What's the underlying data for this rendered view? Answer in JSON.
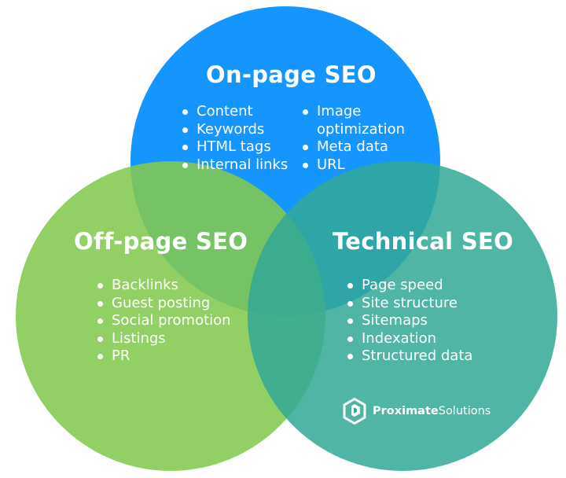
{
  "colors": {
    "onpage": "#008cff",
    "offpage": "#83c950",
    "technical": "#32a896",
    "text": "#ffffff"
  },
  "onpage": {
    "title": "On-page SEO",
    "left_items": [
      "Content",
      "Keywords",
      "HTML tags",
      "Internal links"
    ],
    "right_items": [
      {
        "line1": "Image",
        "line2": "optimization"
      },
      {
        "line1": "Meta data"
      },
      {
        "line1": "URL"
      }
    ]
  },
  "offpage": {
    "title": "Off-page SEO",
    "items": [
      "Backlinks",
      "Guest posting",
      "Social promotion",
      "Listings",
      "PR"
    ]
  },
  "technical": {
    "title": "Technical SEO",
    "items": [
      "Page speed",
      "Site structure",
      "Sitemaps",
      "Indexation",
      "Structured data"
    ]
  },
  "brand": {
    "name_bold": "Proximate",
    "name_regular": "Solutions",
    "logo_icon": "hexagon-p-icon"
  }
}
